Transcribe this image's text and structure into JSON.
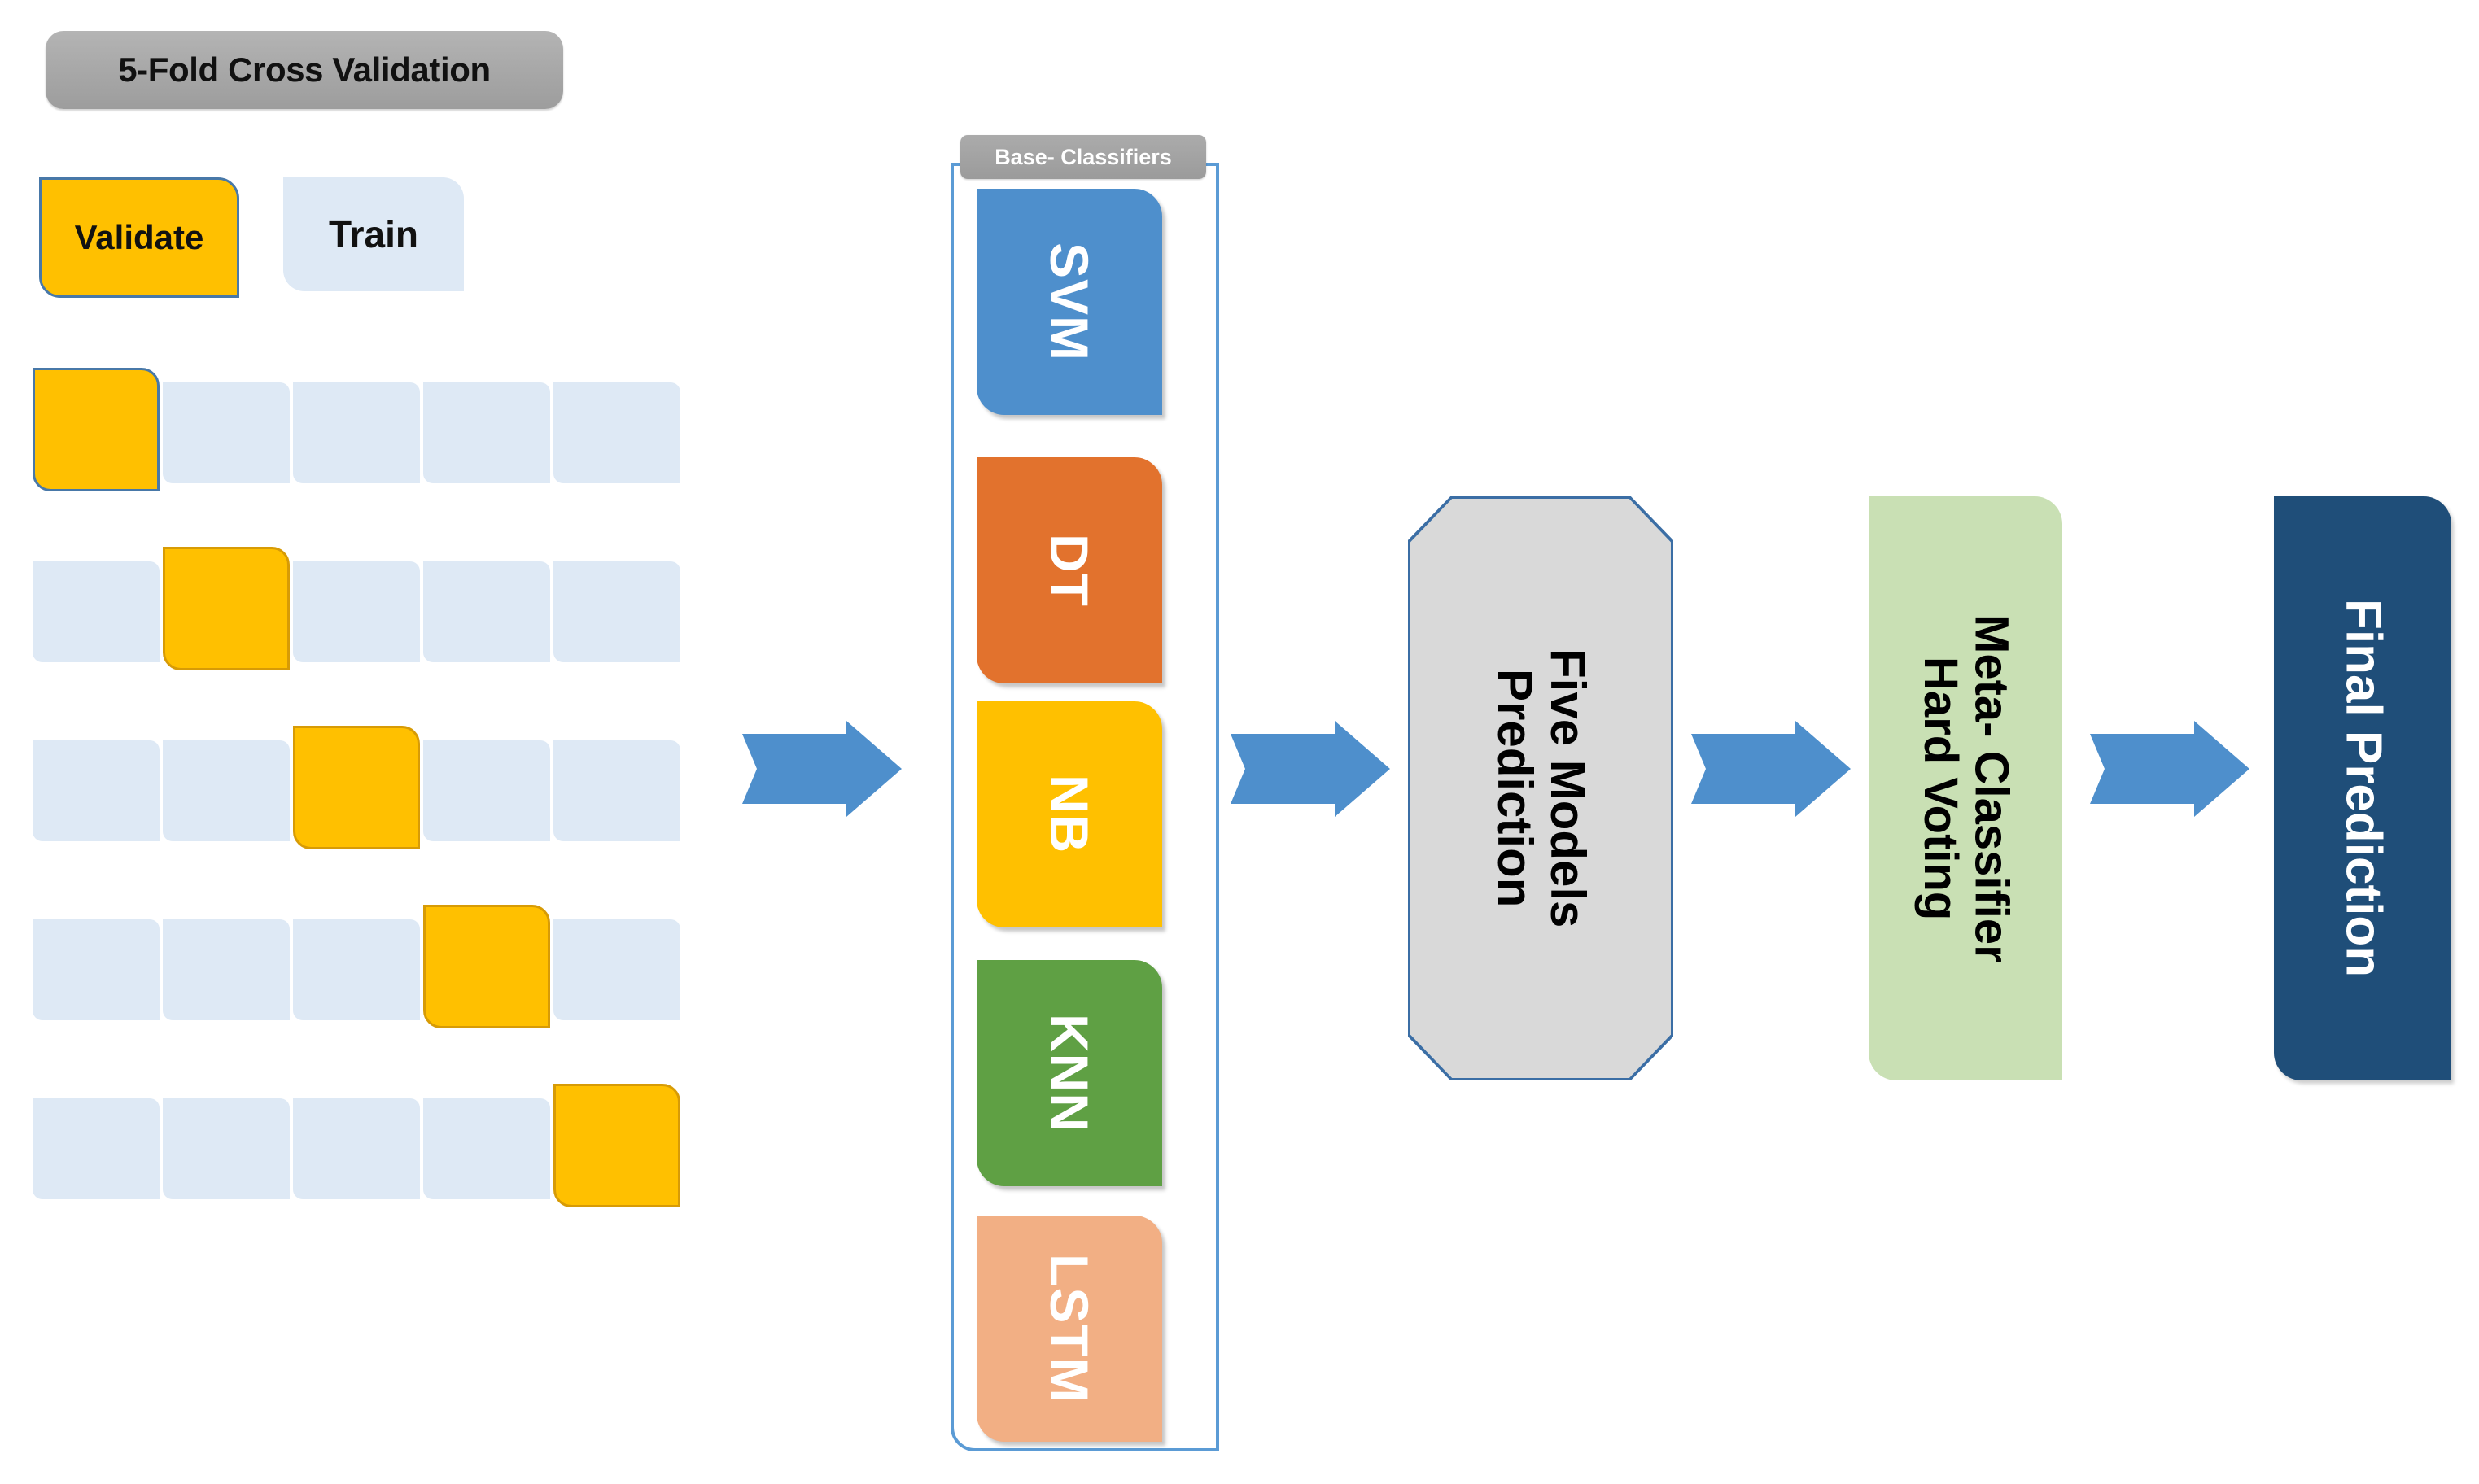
{
  "title_badge": {
    "label": "5-Fold Cross Validation"
  },
  "legend": {
    "validate": {
      "label": "Validate",
      "color": "#FFC000"
    },
    "train": {
      "label": "Train",
      "color": "#DEE9F5"
    }
  },
  "cv_grid": {
    "rows": 5,
    "cols": 5,
    "validate_index_per_row": [
      0,
      1,
      2,
      3,
      4
    ],
    "cell_color": "#DEE9F5",
    "validate_color": "#FFC000"
  },
  "base_classifiers": {
    "title": "Base- Classifiers",
    "container_border_color": "#5B9BD5",
    "items": [
      {
        "label": "SVM",
        "color": "#4E8FCC",
        "text_color": "#FFFFFF"
      },
      {
        "label": "DT",
        "color": "#E2722D",
        "text_color": "#FFFFFF"
      },
      {
        "label": "NB",
        "color": "#FFC000",
        "text_color": "#FFFFFF"
      },
      {
        "label": "KNN",
        "color": "#5FA044",
        "text_color": "#FFFFFF"
      },
      {
        "label": "LSTM",
        "color": "#F2AF84",
        "text_color": "#FFFFFF"
      }
    ]
  },
  "stages": {
    "five_models": {
      "line1": "Five Models",
      "line2": "Prediction",
      "fill": "#D9D9D9",
      "border": "#3B6EA5",
      "text_color": "#000000",
      "shape": "octagon"
    },
    "meta_classifier": {
      "line1": "Meta- Classifier",
      "line2": "Hard Voting",
      "fill": "#C9E0B4",
      "text_color": "#000000",
      "shape": "rounded-flag"
    },
    "final_prediction": {
      "line1": "Final Prediction",
      "fill": "#1F4E79",
      "text_color": "#FFFFFF",
      "shape": "rounded-flag"
    }
  },
  "arrows": {
    "color": "#4E8FCC",
    "items": [
      {
        "name": "arrow-cv-to-classifiers"
      },
      {
        "name": "arrow-classifiers-to-prediction"
      },
      {
        "name": "arrow-prediction-to-meta"
      },
      {
        "name": "arrow-meta-to-final"
      }
    ]
  }
}
